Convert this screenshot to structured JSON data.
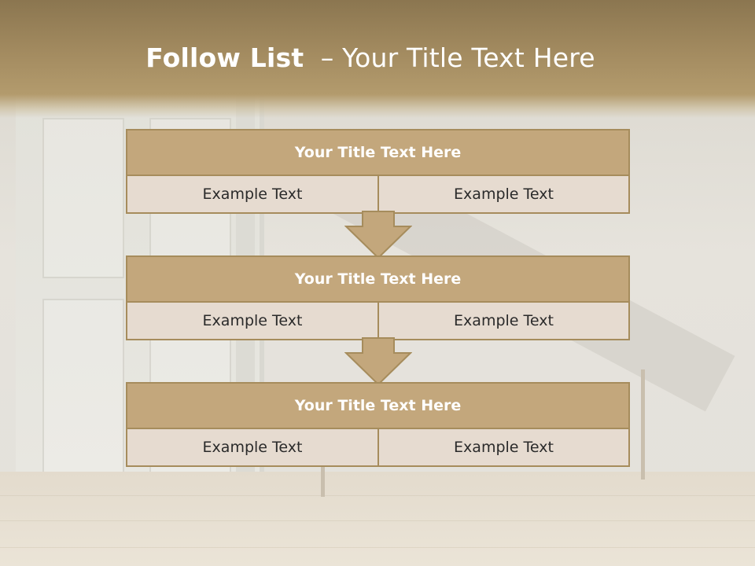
{
  "slide": {
    "title_bold": "Follow List",
    "title_rest": "– Your Title Text Here"
  },
  "steps": [
    {
      "title": "Your Title Text Here",
      "left": "Example Text",
      "right": "Example Text"
    },
    {
      "title": "Your Title Text Here",
      "left": "Example Text",
      "right": "Example Text"
    },
    {
      "title": "Your Title Text Here",
      "left": "Example Text",
      "right": "Example Text"
    }
  ],
  "colors": {
    "header_fill": "#c3a77c",
    "cell_fill": "#e6dbd0",
    "border": "#a68c5c",
    "title_band": "#a38b60"
  }
}
